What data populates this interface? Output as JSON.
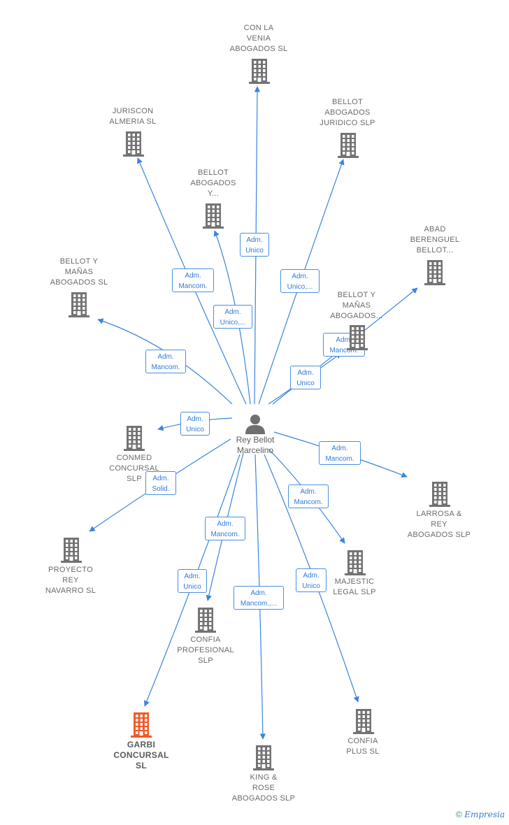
{
  "center": {
    "name": "Rey Bellot\nMarcelino"
  },
  "nodes": [
    {
      "name": "CON LA\nVENIA\nABOGADOS  SL",
      "highlight": false
    },
    {
      "name": "JURISCON\nALMERIA  SL",
      "highlight": false
    },
    {
      "name": "BELLOT\nABOGADOS\nJURIDICO  SLP",
      "highlight": false
    },
    {
      "name": "BELLOT\nABOGADOS\nY...",
      "highlight": false
    },
    {
      "name": "ABAD\nBERENGUEL\nBELLOT...",
      "highlight": false
    },
    {
      "name": "BELLOT Y\nMAÑAS\nABOGADOS  SL",
      "highlight": false
    },
    {
      "name": "BELLOT Y\nMAÑAS\nABOGADOS...",
      "highlight": false
    },
    {
      "name": "CONMED\nCONCURSAL\nSLP",
      "highlight": false
    },
    {
      "name": "LARROSA &\nREY\nABOGADOS  SLP",
      "highlight": false
    },
    {
      "name": "PROYECTO\nREY\nNAVARRO SL",
      "highlight": false
    },
    {
      "name": "MAJESTIC\nLEGAL  SLP",
      "highlight": false
    },
    {
      "name": "CONFIA\nPROFESIONAL\nSLP",
      "highlight": false
    },
    {
      "name": "GARBI\nCONCURSAL\nSL",
      "highlight": true
    },
    {
      "name": "KING &\nROSE\nABOGADOS  SLP",
      "highlight": false
    },
    {
      "name": "CONFIA\nPLUS  SL",
      "highlight": false
    }
  ],
  "edges": [
    {
      "target": 0,
      "label": "Adm.\nUnico"
    },
    {
      "target": 1,
      "label": "Adm.\nMancom."
    },
    {
      "target": 2,
      "label": "Adm.\nUnico,..."
    },
    {
      "target": 3,
      "label": "Adm.\nUnico,..."
    },
    {
      "target": 4,
      "label": "Adm.\nMancom."
    },
    {
      "target": 5,
      "label": "Adm.\nMancom."
    },
    {
      "target": 6,
      "label": "Adm.\nUnico"
    },
    {
      "target": 7,
      "label": "Adm.\nUnico"
    },
    {
      "target": 8,
      "label": "Adm.\nMancom."
    },
    {
      "target": 9,
      "label": "Adm.\nSolid."
    },
    {
      "target": 10,
      "label": "Adm.\nMancom."
    },
    {
      "target": 11,
      "label": "Adm.\nMancom."
    },
    {
      "target": 12,
      "label": "Adm.\nUnico"
    },
    {
      "target": 13,
      "label": "Adm.\nMancom.,..."
    },
    {
      "target": 14,
      "label": "Adm.\nUnico"
    }
  ],
  "colors": {
    "edge": "#3a85dc",
    "building": "#737373",
    "building_highlight": "#f05a28",
    "person": "#6f6f6f"
  },
  "footer": {
    "symbol": "©",
    "brand": "Empresia"
  }
}
